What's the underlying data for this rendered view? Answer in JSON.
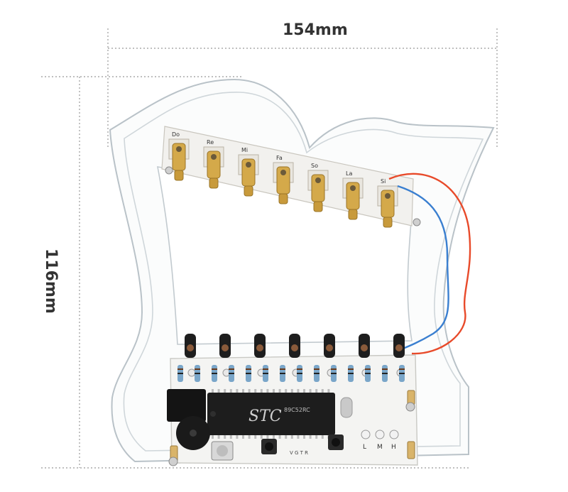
{
  "dimensions": {
    "width": "154mm",
    "height": "116mm"
  },
  "laser_module_labels": [
    "Do",
    "Re",
    "Mi",
    "Fa",
    "So",
    "La",
    "Si"
  ],
  "board": {
    "chip_brand": "STC",
    "chip_model": "89C52RC",
    "led_labels": [
      "L",
      "M",
      "H"
    ],
    "pin_header_labels": "V G T R"
  },
  "colors": {
    "acrylic_edge": "#b9c2c8",
    "pcb": "#f4f4f2",
    "wire_red": "#e84a2a",
    "wire_blue": "#3a7fd0"
  }
}
